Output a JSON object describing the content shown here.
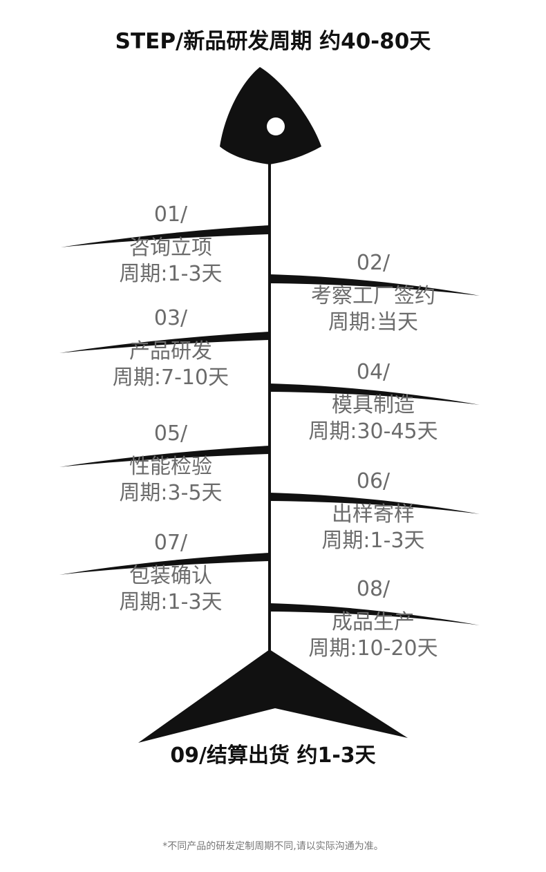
{
  "title": "STEP/新品研发周期 约40-80天",
  "steps": [
    {
      "num": "01/",
      "name": "咨询立项",
      "period": "周期:1-3天"
    },
    {
      "num": "02/",
      "name": "考察工厂签约",
      "period": "周期:当天"
    },
    {
      "num": "03/",
      "name": "产品研发",
      "period": "周期:7-10天"
    },
    {
      "num": "04/",
      "name": "模具制造",
      "period": "周期:30-45天"
    },
    {
      "num": "05/",
      "name": "性能检验",
      "period": "周期:3-5天"
    },
    {
      "num": "06/",
      "name": "出样寄样",
      "period": "周期:1-3天"
    },
    {
      "num": "07/",
      "name": "包装确认",
      "period": "周期:1-3天"
    },
    {
      "num": "08/",
      "name": "成品生产",
      "period": "周期:10-20天"
    }
  ],
  "final_step": "09/结算出货 约1-3天",
  "footnote": "*不同产品的研发定制周期不同,请以实际沟通为准。",
  "colors": {
    "ink": "#111111",
    "step_text": "#6b6b6b",
    "footnote": "#777777"
  }
}
